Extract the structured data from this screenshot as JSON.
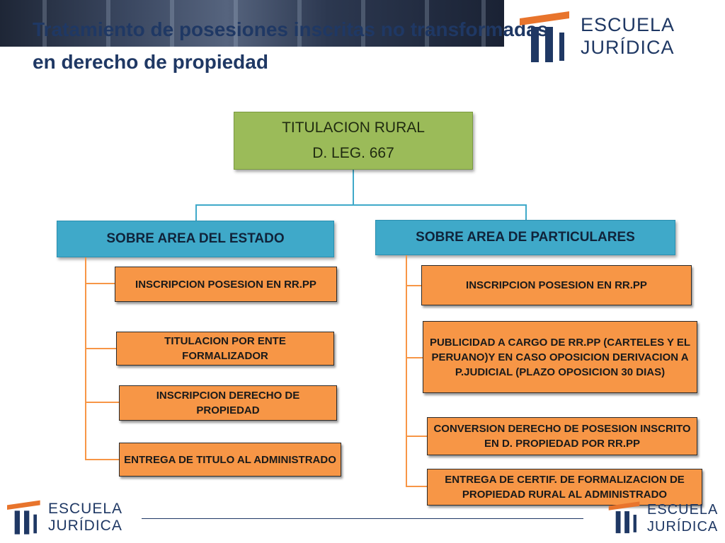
{
  "title": {
    "line1": "Tratamiento de posesiones inscritas no transformadas",
    "line2": "en derecho de propiedad"
  },
  "logo": {
    "line1": "ESCUELA",
    "line2": "JURÍDICA"
  },
  "root": {
    "line1": "TITULACION RURAL",
    "line2": "D. LEG. 667"
  },
  "left_branch": {
    "label": "SOBRE AREA  DEL ESTADO",
    "items": [
      "INSCRIPCION POSESION EN RR.PP",
      "TITULACION POR ENTE FORMALIZADOR",
      "INSCRIPCION DERECHO DE PROPIEDAD",
      "ENTREGA  DE TITULO  AL ADMINISTRADO"
    ]
  },
  "right_branch": {
    "label": "SOBRE AREA  DE PARTICULARES",
    "items": [
      "INSCRIPCION POSESION EN RR.PP",
      "PUBLICIDAD  A CARGO DE  RR.PP (CARTELES Y EL PERUANO)Y EN CASO OPOSICION DERIVACION A P.JUDICIAL (PLAZO OPOSICION 30 DIAS)",
      "CONVERSION DERECHO DE POSESION INSCRITO EN D. PROPIEDAD POR RR.PP",
      "ENTREGA DE  CERTIF. DE FORMALIZACION DE PROPIEDAD RURAL  AL ADMINISTRADO"
    ]
  },
  "colors": {
    "root": "#9bbb59",
    "branch": "#3fa9c9",
    "leaf": "#f79646",
    "title": "#1f3864"
  }
}
